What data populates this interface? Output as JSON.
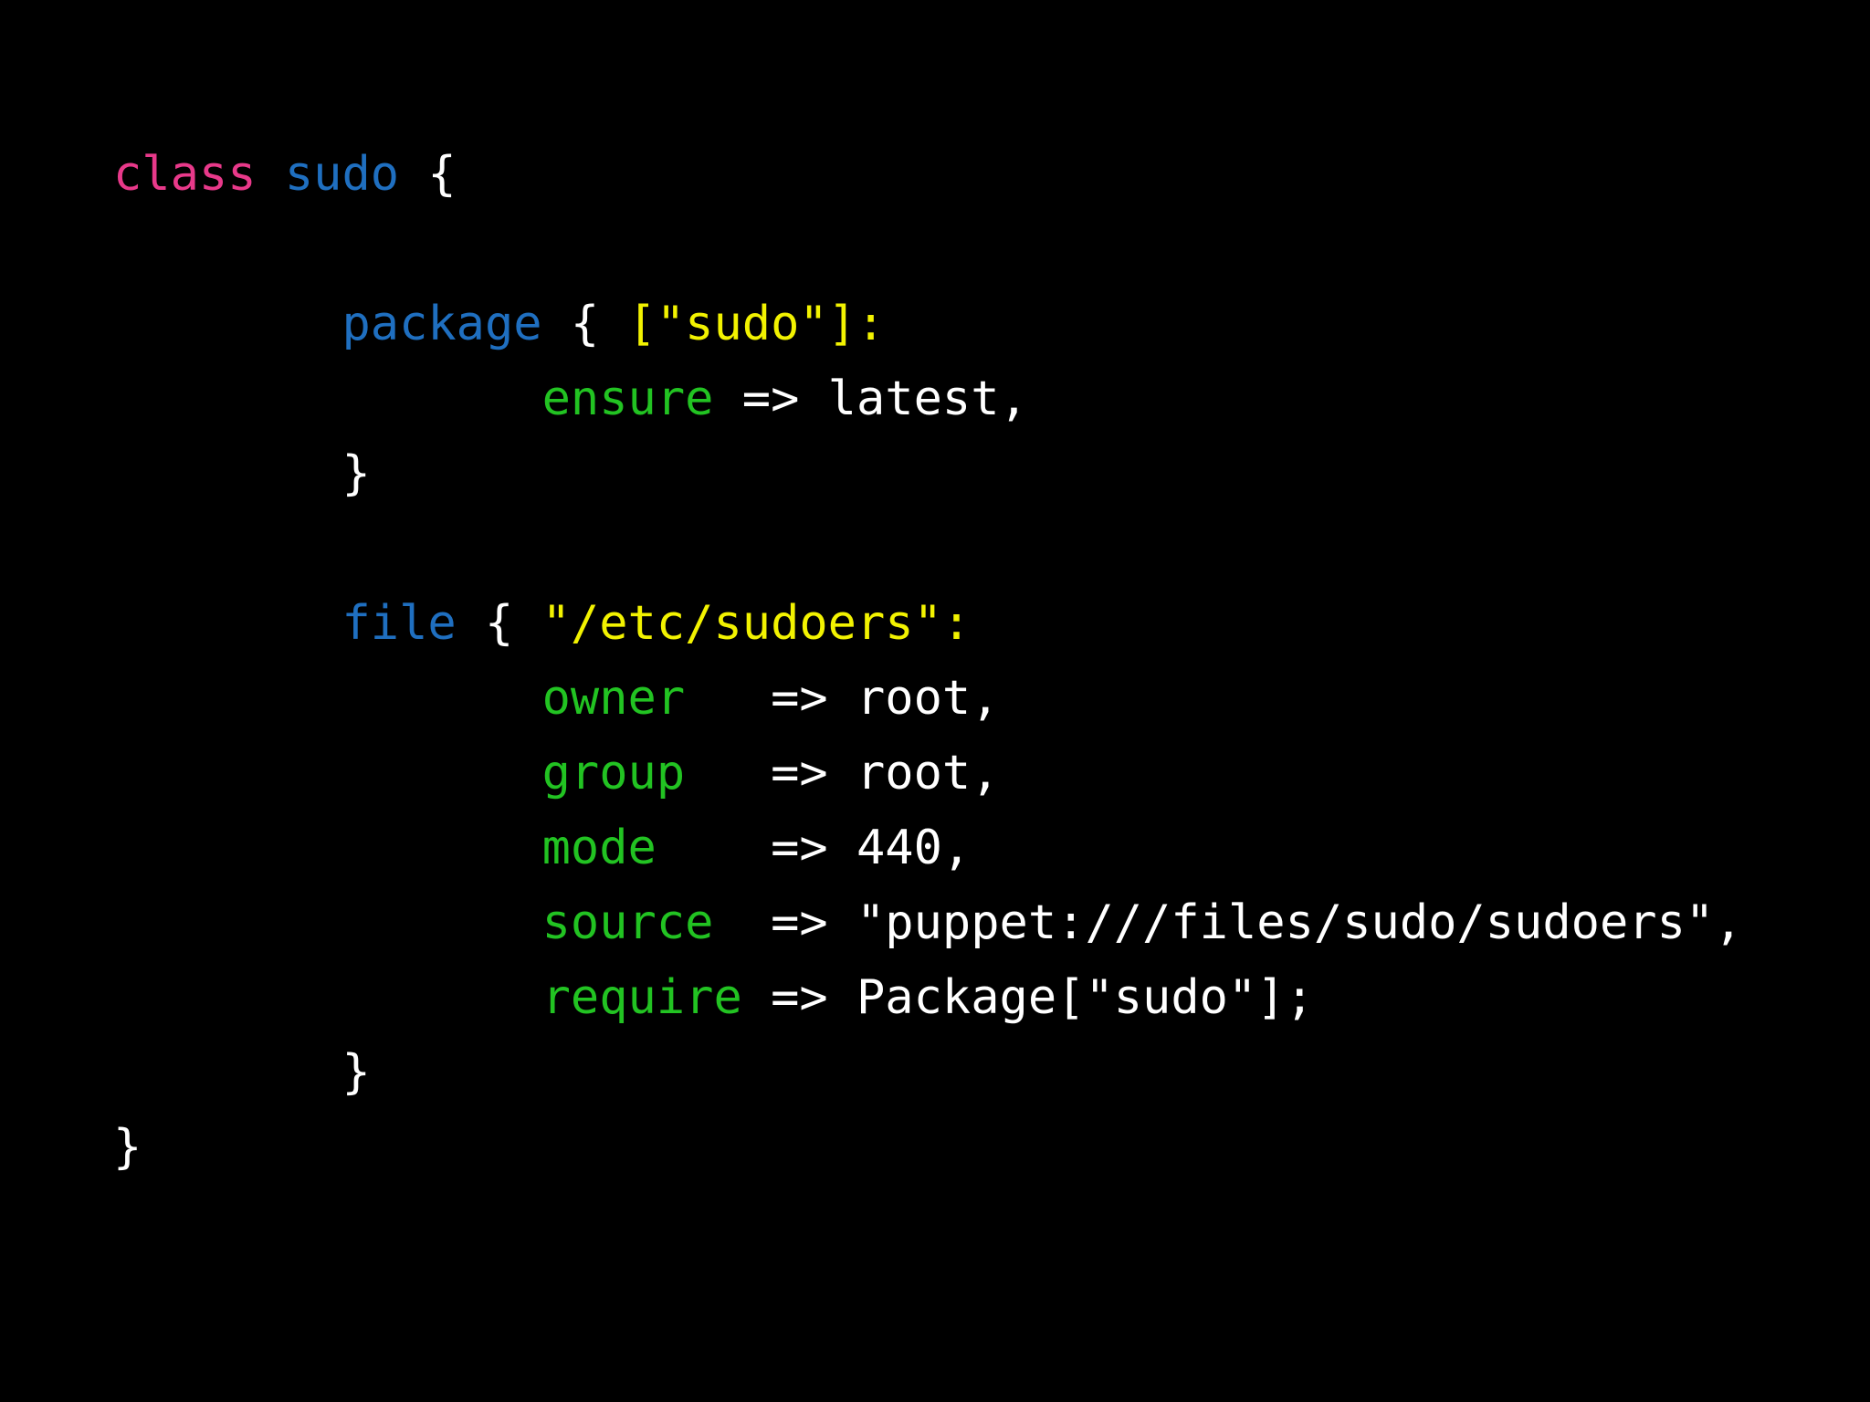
{
  "colors": {
    "background": "#000000",
    "keyword": "#e8398a",
    "name": "#1f6fc0",
    "string": "#f2f200",
    "attribute": "#22c322",
    "plain": "#ffffff"
  },
  "code": {
    "lines": [
      [
        {
          "t": "keyword",
          "v": "class"
        },
        {
          "t": "plain",
          "v": " "
        },
        {
          "t": "name",
          "v": "sudo"
        },
        {
          "t": "plain",
          "v": " {"
        }
      ],
      [],
      [
        {
          "t": "plain",
          "v": "        "
        },
        {
          "t": "name",
          "v": "package"
        },
        {
          "t": "plain",
          "v": " { "
        },
        {
          "t": "string",
          "v": "[\"sudo\"]:"
        }
      ],
      [
        {
          "t": "plain",
          "v": "               "
        },
        {
          "t": "attr",
          "v": "ensure"
        },
        {
          "t": "plain",
          "v": " => latest,"
        }
      ],
      [
        {
          "t": "plain",
          "v": "        }"
        }
      ],
      [],
      [
        {
          "t": "plain",
          "v": "        "
        },
        {
          "t": "name",
          "v": "file"
        },
        {
          "t": "plain",
          "v": " { "
        },
        {
          "t": "string",
          "v": "\"/etc/sudoers\":"
        }
      ],
      [
        {
          "t": "plain",
          "v": "               "
        },
        {
          "t": "attr",
          "v": "owner"
        },
        {
          "t": "plain",
          "v": "   => root,"
        }
      ],
      [
        {
          "t": "plain",
          "v": "               "
        },
        {
          "t": "attr",
          "v": "group"
        },
        {
          "t": "plain",
          "v": "   => root,"
        }
      ],
      [
        {
          "t": "plain",
          "v": "               "
        },
        {
          "t": "attr",
          "v": "mode"
        },
        {
          "t": "plain",
          "v": "    => 440,"
        }
      ],
      [
        {
          "t": "plain",
          "v": "               "
        },
        {
          "t": "attr",
          "v": "source"
        },
        {
          "t": "plain",
          "v": "  => \"puppet:///files/sudo/sudoers\","
        }
      ],
      [
        {
          "t": "plain",
          "v": "               "
        },
        {
          "t": "attr",
          "v": "require"
        },
        {
          "t": "plain",
          "v": " => Package[\"sudo\"];"
        }
      ],
      [
        {
          "t": "plain",
          "v": "        }"
        }
      ],
      [
        {
          "t": "plain",
          "v": "}"
        }
      ]
    ]
  }
}
